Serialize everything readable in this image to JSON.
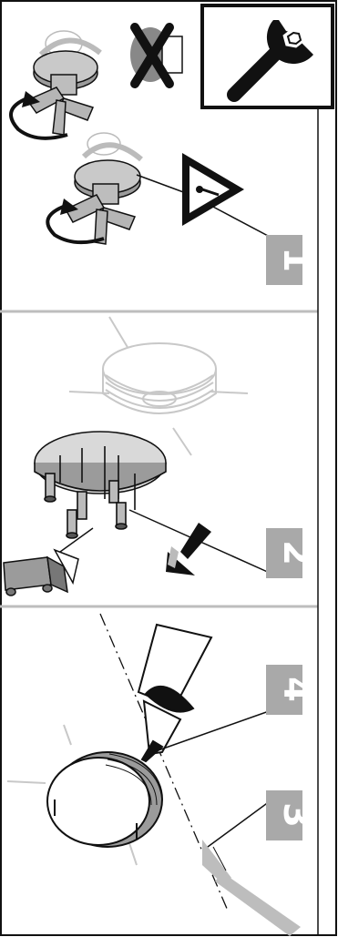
{
  "sheet": {
    "panels": [
      {
        "step_number": "1",
        "content": [
          "knob-top-turning-arrow",
          "knob-bottom-turning-arrow",
          "crossed-out-tool",
          "warning-triangle"
        ]
      },
      {
        "step_number": "2",
        "content": [
          "threaded-ring",
          "dial-with-rods",
          "down-arrow",
          "container"
        ]
      },
      {
        "steps": [
          "4",
          "3"
        ],
        "content": [
          "caulking-gun",
          "threaded-ring-outline",
          "scraper"
        ]
      }
    ],
    "header_icon": "wrench-icon",
    "warning_icon": "warning-triangle-icon",
    "colors": {
      "step_box": "#a9a9a9",
      "divider": "#bdbdbd",
      "outline": "#111111",
      "part_fill": "#9b9b9b"
    }
  }
}
